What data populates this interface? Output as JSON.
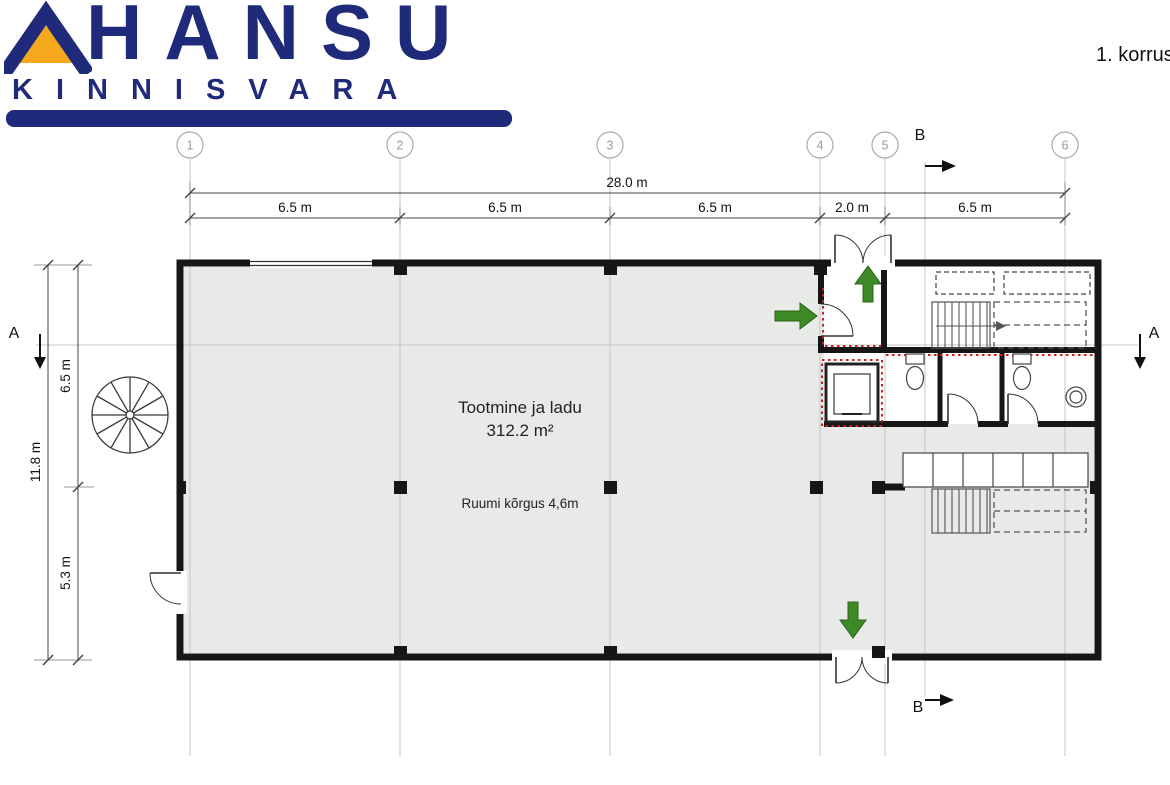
{
  "logo": {
    "title": "HANSU",
    "subtitle": "KINNISVARA"
  },
  "header": {
    "floor_label": "1. korrus"
  },
  "plan": {
    "room": {
      "name": "Tootmine ja ladu",
      "area": "312.2 m²",
      "height_note": "Ruumi kõrgus 4,6m"
    },
    "grid_labels": [
      "1",
      "2",
      "3",
      "4",
      "5",
      "6"
    ],
    "dimensions": {
      "total_width": "28.0 m",
      "segments": [
        "6.5 m",
        "6.5 m",
        "6.5 m",
        "2.0 m",
        "6.5 m"
      ],
      "total_height": "11.8 m",
      "upper_height": "6.5 m",
      "lower_height": "5.3 m"
    },
    "section_labels": {
      "a_left": "A",
      "a_right": "A",
      "b_top": "B",
      "b_bottom": "B"
    },
    "colors": {
      "brand_navy": "#1f2a7a",
      "brand_orange": "#f5a81c",
      "floor_gray": "#e8eae7",
      "wall_black": "#161616",
      "grid_gray": "#c4c4c4",
      "arrow_green": "#3e8a27",
      "accent_red": "#cc2020"
    }
  }
}
